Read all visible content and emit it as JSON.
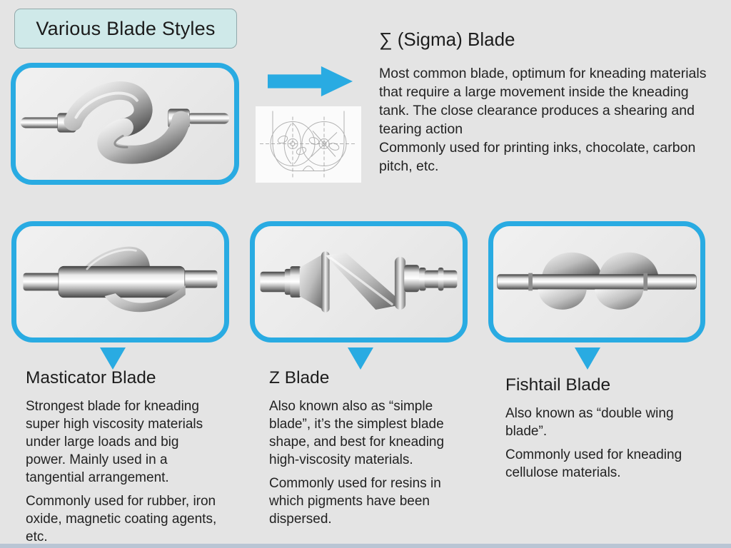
{
  "page": {
    "title": "Various Blade Styles",
    "background_color": "#e4e4e4",
    "accent_color": "#29abe2",
    "title_box_fill": "#cfe9e9",
    "footer_bar_color": "#b9c5d4"
  },
  "icons": {
    "arrow": "right-arrow-icon",
    "pointer": "triangle-down-icon"
  },
  "sigma": {
    "heading": "∑ (Sigma) Blade",
    "paragraphs": [
      "Most common blade, optimum for kneading materials that require a large movement inside the kneading tank. The close clearance produces a shearing and tearing action",
      "Commonly used for printing inks, chocolate, carbon pitch, etc."
    ]
  },
  "blades": [
    {
      "name": "Masticator Blade",
      "paragraphs": [
        "Strongest blade for kneading super high viscosity materials under large loads and big power. Mainly used in a tangential arrangement.",
        "Commonly used for rubber, iron oxide, magnetic coating agents, etc."
      ]
    },
    {
      "name": "Z Blade",
      "paragraphs": [
        "Also known also as “simple blade”, it’s the simplest blade shape, and best for kneading high-viscosity materials.",
        "Commonly used for resins in which pigments have been dispersed."
      ]
    },
    {
      "name": "Fishtail Blade",
      "paragraphs": [
        "Also known as “double wing blade”.",
        "Commonly used for kneading cellulose materials."
      ]
    }
  ]
}
